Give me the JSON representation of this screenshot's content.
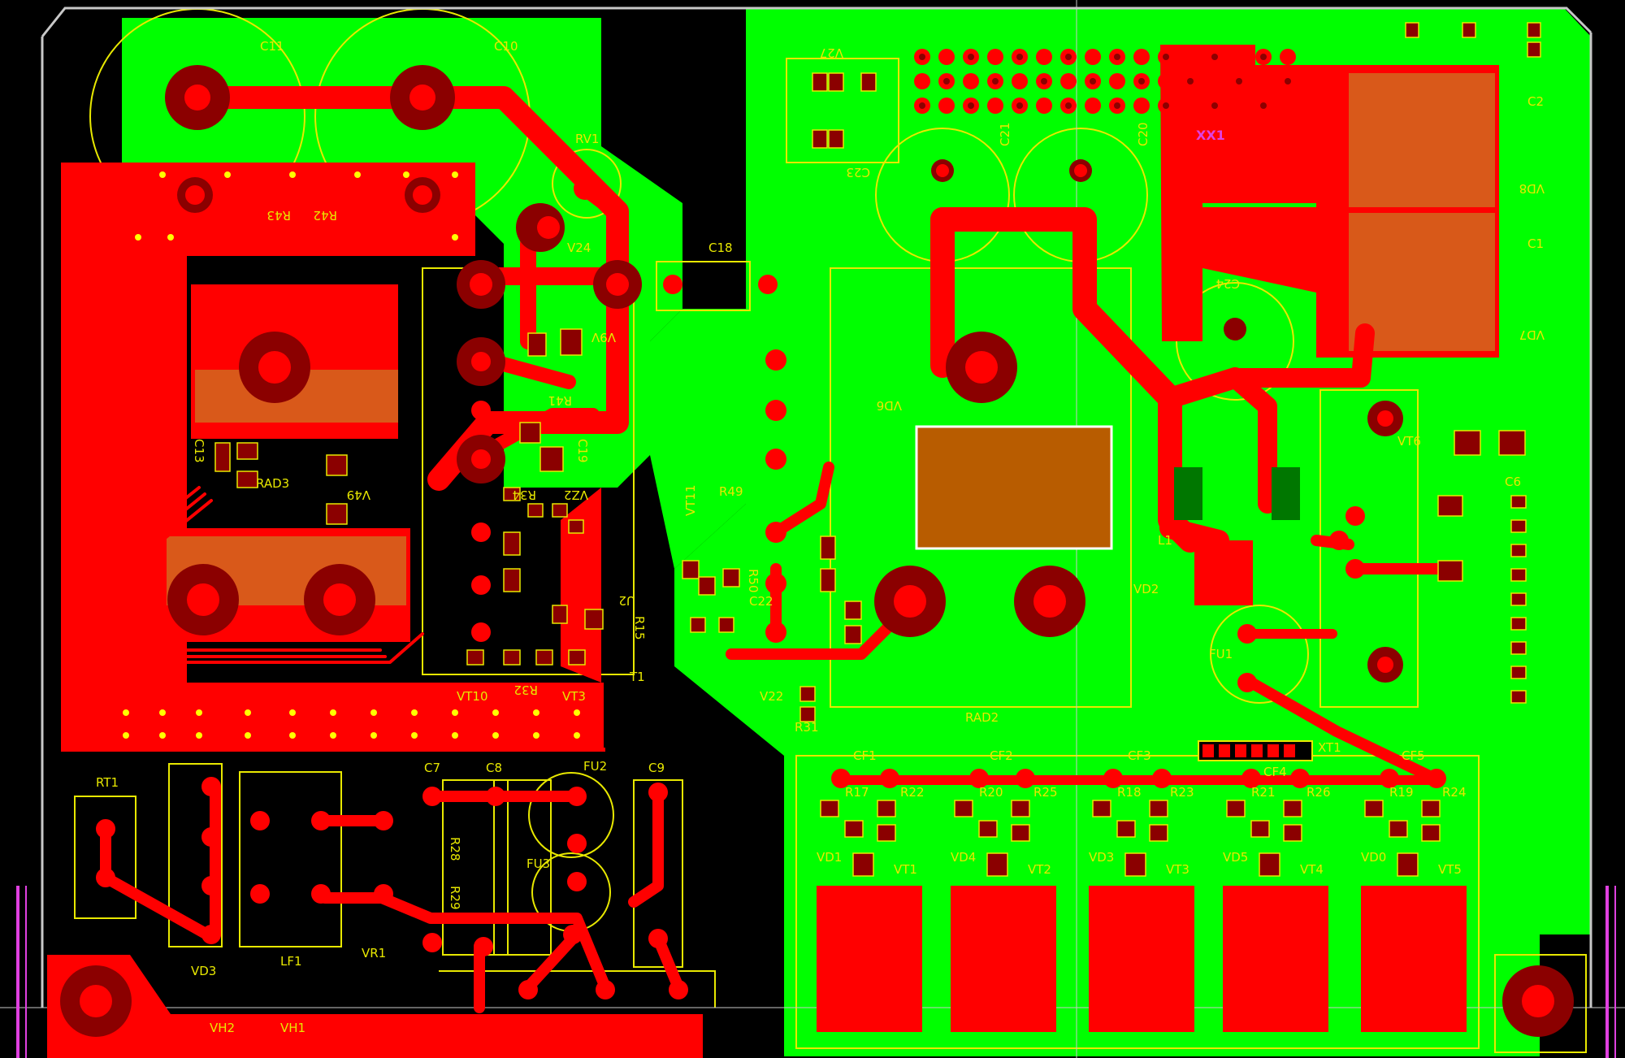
{
  "board": {
    "colors": {
      "background": "#000000",
      "pour_bottom": "#00ff00",
      "copper_top": "#ff0000",
      "via_hole": "#8b0000",
      "silkscreen": "#e8e800",
      "highlight_label": "#e040e0",
      "outline": "#c8c8c8",
      "heatsink": "#b85c00"
    },
    "labels": {
      "c11": "C11",
      "c10": "C10",
      "rv1": "RV1",
      "r43": "R43",
      "r42": "R42",
      "v24": "V24",
      "c18": "C18",
      "v9v": "V9V",
      "r41": "R41",
      "c19": "C19",
      "c13": "C13",
      "rad3": "RAD3",
      "v49": "V49",
      "r34": "R34",
      "vz2": "VZ2",
      "u2": "U2",
      "r15": "R15",
      "vt10": "VT10",
      "r32": "R32",
      "vt3": "VT3",
      "t1": "T1",
      "rt1": "RT1",
      "vd3": "VD3",
      "lf1": "LF1",
      "vr1": "VR1",
      "c7": "C7",
      "c8": "C8",
      "r28": "R28",
      "r29": "R29",
      "fu2": "FU2",
      "fu3": "FU3",
      "c9": "C9",
      "vh2": "VH2",
      "vh1": "VH1",
      "v27": "V27",
      "c23": "C23",
      "c21": "C21",
      "c20": "C20",
      "xx1": "XX1",
      "c2": "C2",
      "c1": "C1",
      "c24": "C24",
      "vd8": "VD8",
      "vd7": "VD7",
      "rad2": "RAD2",
      "l1": "L1",
      "vd2": "VD2",
      "fu1": "FU1",
      "xt1": "XT1",
      "vt6": "VT6",
      "c6": "C6",
      "vt11": "VT11",
      "c22": "C22",
      "r50": "R50",
      "r49": "R49",
      "v22": "V22",
      "r31": "R31",
      "vd6": "VD6",
      "cf1": "CF1",
      "cf2": "CF2",
      "cf3": "CF3",
      "cf4": "CF4",
      "cf5": "CF5",
      "r17": "R17",
      "r22": "R22",
      "r20": "R20",
      "r25": "R25",
      "r18": "R18",
      "r23": "R23",
      "r21": "R21",
      "r26": "R26",
      "r19": "R19",
      "r24": "R24",
      "vt1": "VT1",
      "vt2": "VT2",
      "vt3b": "VT3",
      "vt4": "VT4",
      "vt5": "VT5",
      "vd1": "VD1",
      "vd4": "VD4",
      "vd3b": "VD3",
      "vd5": "VD5",
      "vd0": "VD0"
    }
  }
}
